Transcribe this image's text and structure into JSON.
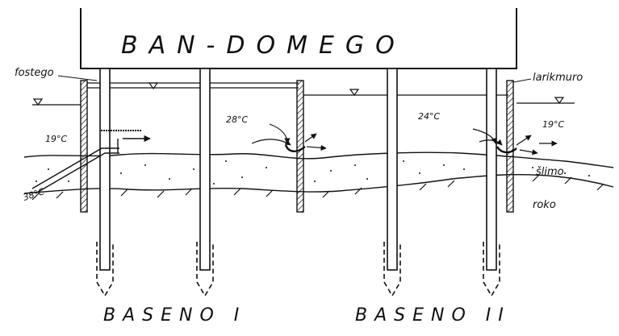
{
  "building_title": "BAN-DOMEGO",
  "labels": {
    "piling": "fostego",
    "sheet_wall": "larikmuro",
    "silt": "šlimo",
    "rock": "roko"
  },
  "temperatures": {
    "outer_left": "19°C",
    "spring": "38°C",
    "basin1": "28°C",
    "basin2": "24°C",
    "outer_right": "19°C"
  },
  "basins": [
    "BASENO I",
    "BASENO II"
  ]
}
